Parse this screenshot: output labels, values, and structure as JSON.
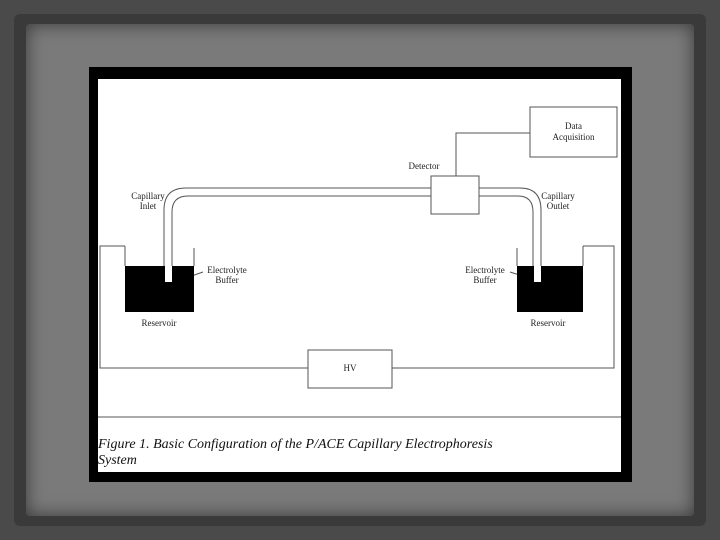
{
  "diagram": {
    "labels": {
      "data_acquisition_line1": "Data",
      "data_acquisition_line2": "Acquisition",
      "detector": "Detector",
      "capillary_inlet_line1": "Capillary",
      "capillary_inlet_line2": "Inlet",
      "capillary_outlet_line1": "Capillary",
      "capillary_outlet_line2": "Outlet",
      "electrolyte_left_line1": "Electrolyte",
      "electrolyte_left_line2": "Buffer",
      "electrolyte_right_line1": "Electrolyte",
      "electrolyte_right_line2": "Buffer",
      "reservoir_left": "Reservoir",
      "reservoir_right": "Reservoir",
      "hv": "HV"
    },
    "caption_line1": "Figure 1. Basic Configuration of the P/ACE Capillary Electrophoresis",
    "caption_line2": "System"
  },
  "colors": {
    "background": "#4a4a4a",
    "mat": "#000000",
    "panel": "#ffffff",
    "line": "#555555",
    "reservoir_fill": "#000000"
  }
}
